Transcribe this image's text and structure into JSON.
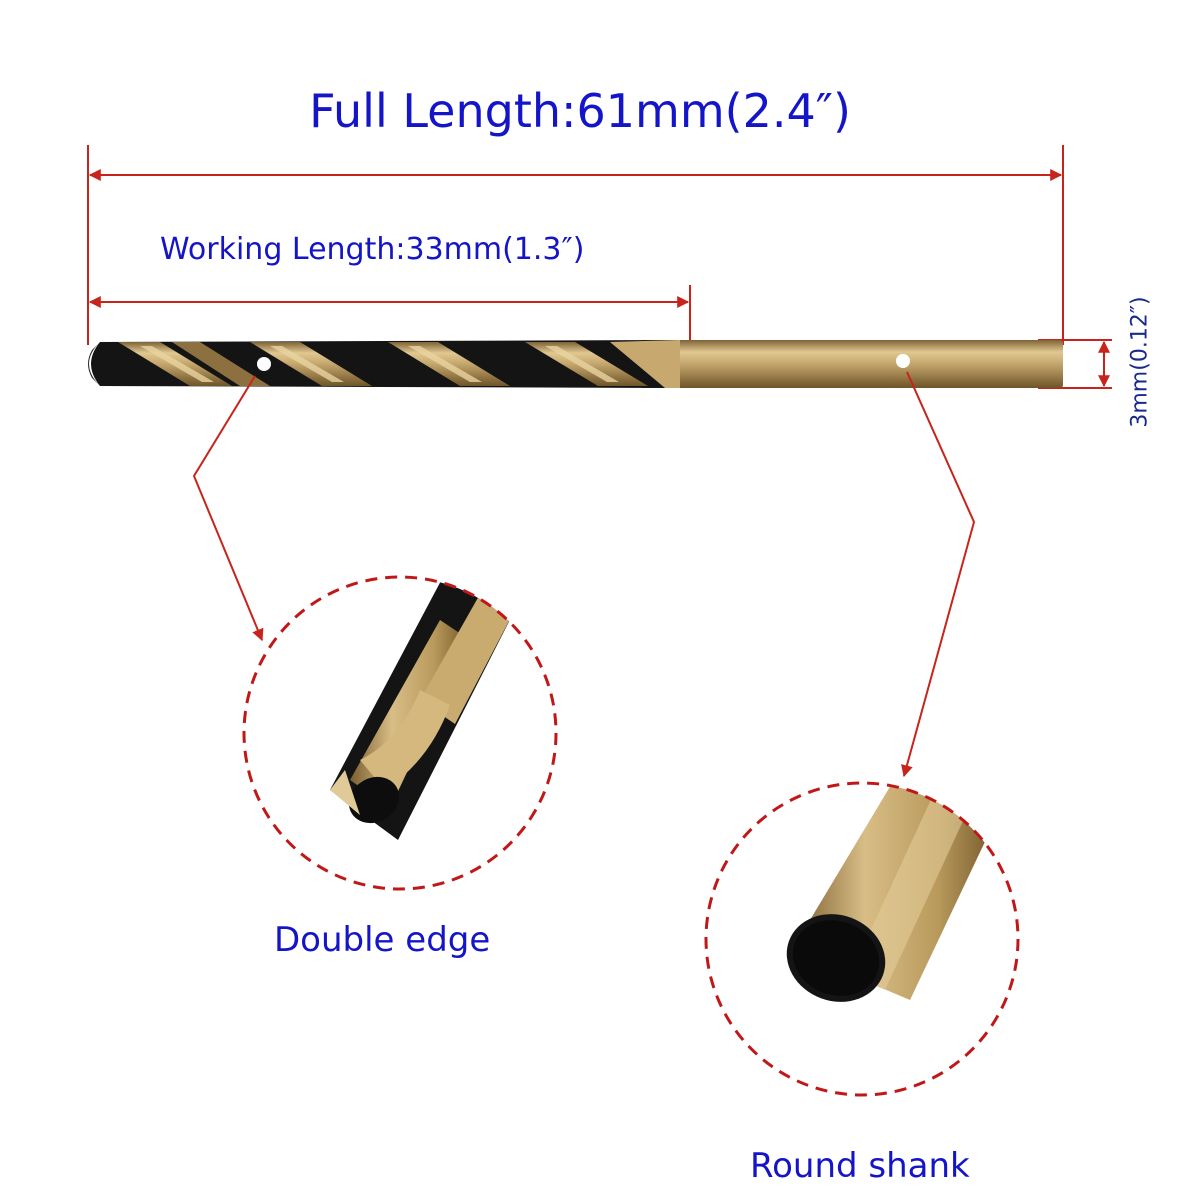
{
  "labels": {
    "full_length": "Full Length:61mm(2.4″)",
    "working_length": "Working Length:33mm(1.3″)",
    "diameter": "3mm(0.12″)",
    "double_edge": "Double edge",
    "round_shank": "Round shank"
  },
  "colors": {
    "label_blue": "#1414c8",
    "dimension_red": "#c8241c",
    "circle_red": "#c01818",
    "gold": "#b89a5e",
    "black": "#141414"
  }
}
